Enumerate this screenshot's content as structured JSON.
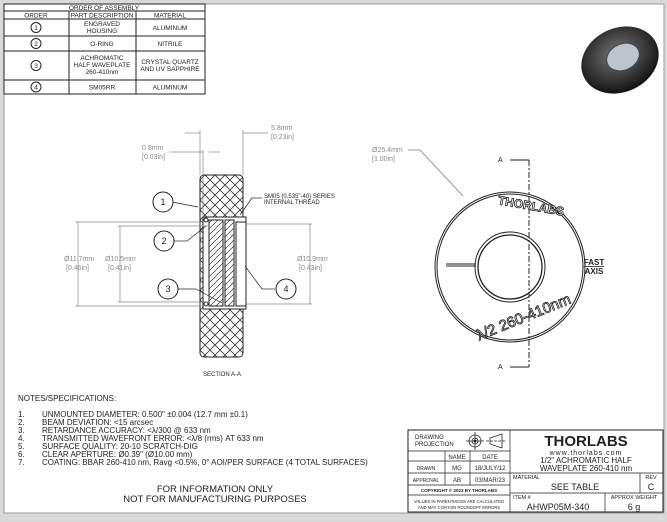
{
  "assembly_table": {
    "title": "ORDER OF ASSEMBLY",
    "headers": [
      "ORDER",
      "PART DESCRIPTION",
      "MATERIAL"
    ],
    "rows": [
      {
        "order": "1",
        "desc": [
          "ENGRAVED",
          "HOUSING"
        ],
        "material": [
          "ALUMINUM"
        ]
      },
      {
        "order": "2",
        "desc": [
          "O-RING"
        ],
        "material": [
          "NITRILE"
        ]
      },
      {
        "order": "3",
        "desc": [
          "ACHROMATIC",
          "HALF WAVEPLATE",
          "260-410nm"
        ],
        "material": [
          "CRYSTAL QUARTZ",
          "AND UV SAPPHIRE"
        ]
      },
      {
        "order": "4",
        "desc": [
          "SM05RR"
        ],
        "material": [
          "ALUMINUM"
        ]
      }
    ]
  },
  "section": {
    "dim_thickness": "5.8mm",
    "dim_thickness_in": "[0.23in]",
    "dim_oring": "0.8mm",
    "dim_oring_in": "[0.03in]",
    "thread_note": [
      "SM05 (0.535\"-40) SERIES",
      "INTERNAL THREAD"
    ],
    "dia1": "Ø11.7mm",
    "dia1_in": "[0.46in]",
    "dia2": "Ø10.5mm",
    "dia2_in": "[0.41in]",
    "dia3": "Ø10.9mm",
    "dia3_in": "[0.43in]",
    "balloons": [
      "1",
      "2",
      "3",
      "4"
    ],
    "label": "SECTION A-A"
  },
  "front_view": {
    "dia": "Ø25.4mm",
    "dia_in": "[1.00in]",
    "section_marker": "A",
    "engraving_brand": "THORLABS",
    "engraving_fast": "FAST",
    "engraving_axis": "AXIS",
    "engraving_spec": "λ/2 260-410nm"
  },
  "notes": {
    "heading": "NOTES/SPECIFICATIONS:",
    "items": [
      {
        "n": "1.",
        "text": "UNMOUNTED DIAMETER: 0.500\" ±0.004 (12.7 mm ±0.1)"
      },
      {
        "n": "2.",
        "text": "BEAM DEVIATION: <15 arcsec"
      },
      {
        "n": "3.",
        "text": "RETARDANCE ACCURACY: <λ/300 @ 633 nm"
      },
      {
        "n": "4.",
        "text": "TRANSMITTED WAVEFRONT ERROR: <λ/8 (rms) AT 633 nm"
      },
      {
        "n": "5.",
        "text": "SURFACE QUALITY: 20-10 SCRATCH-DIG"
      },
      {
        "n": "6.",
        "text": "CLEAR APERTURE: Ø0.39\" (Ø10.00 mm)"
      },
      {
        "n": "7.",
        "text": "COATING: BBAR 260-410 nm, Ravg <0.5%, 0° AOI/PER SURFACE (4 TOTAL SURFACES)"
      }
    ],
    "disclaimer1": "FOR INFORMATION ONLY",
    "disclaimer2": "NOT FOR MANUFACTURING PURPOSES"
  },
  "title_block": {
    "projection1": "DRAWING",
    "projection2": "PROJECTION",
    "name_h": "NAME",
    "date_h": "DATE",
    "drawn": "DRAWN",
    "drawn_name": "MG",
    "drawn_date": "18/JULY/12",
    "approval": "APPROVAL",
    "approval_name": "AB",
    "approval_date": "03/MAR/23",
    "copyright": "COPYRIGHT © 2023 BY THORLABS",
    "values1": "VALUES IN PARENTHESIS ARE CALCULATED",
    "values2": "AND MAY CONTAIN ROUNDOFF ERRORS",
    "logo": "THORLABS",
    "website": "www.thorlabs.com",
    "title1": "1/2\" ACHROMATIC HALF",
    "title2": "WAVEPLATE 260-410 nm",
    "material_label": "MATERIAL",
    "material": "SEE TABLE",
    "rev_label": "REV",
    "rev": "C",
    "item_label": "ITEM #",
    "item": "AHWP05M-340",
    "weight_label": "APPROX WEIGHT",
    "weight": "6 g"
  }
}
